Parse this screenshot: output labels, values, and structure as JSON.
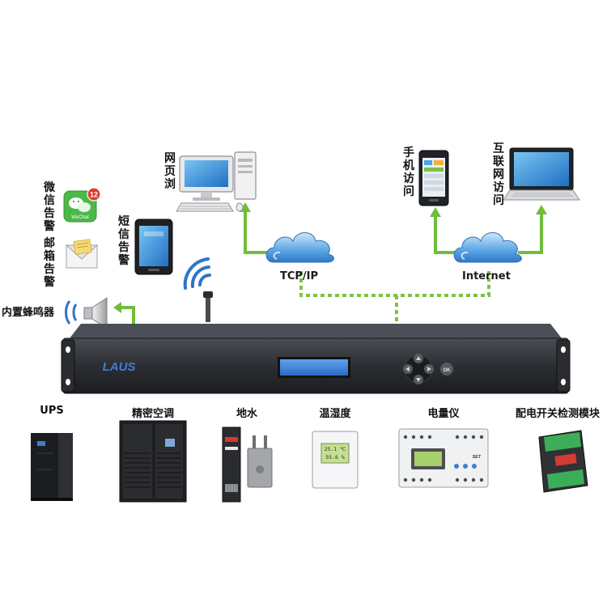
{
  "colors": {
    "link_green": "#6fbe3a",
    "network_dash": "#7dc243",
    "cloud_blue": "#3f8fd6",
    "chassis": "#2b2d31",
    "lcd": "#3b7fd6"
  },
  "alerts": {
    "wechat": {
      "label": "微信告警",
      "icon_text": "WeChat",
      "badge": "12",
      "icon": "wechat-icon"
    },
    "email": {
      "label": "邮箱告警",
      "icon": "email-envelope-icon"
    },
    "sms": {
      "label": "短信告警",
      "icon": "mobile-phone-icon"
    },
    "buzzer": {
      "label": "内置蜂鸣器",
      "icon": "speaker-icon"
    }
  },
  "network": {
    "web": {
      "label": "网页浏",
      "icon": "desktop-computer-icon"
    },
    "tcpip": {
      "label": "TCP/IP",
      "icon": "cloud-icon"
    },
    "mobile": {
      "label": "手机访问",
      "icon": "smartphone-icon"
    },
    "internet_access": {
      "label": "互联网访问",
      "icon": "laptop-icon"
    },
    "internet": {
      "label": "Internet",
      "icon": "cloud-icon"
    }
  },
  "host": {
    "brand": "LAUS",
    "ok_button": "OK",
    "icon": "rack-host-icon"
  },
  "devices": [
    {
      "label": "UPS",
      "icon": "ups-tower-icon"
    },
    {
      "label": "精密空调",
      "icon": "precision-ac-icon"
    },
    {
      "label": "地水",
      "icon": "water-leak-sensor-icon"
    },
    {
      "label": "温湿度",
      "icon": "temp-humidity-sensor-icon"
    },
    {
      "label": "电量仪",
      "icon": "power-meter-icon"
    },
    {
      "label": "配电开关检测模块",
      "icon": "switch-detect-module-icon"
    }
  ],
  "sensor_readings": {
    "temp": "25.1 ℃",
    "humidity": "55.6 %"
  },
  "meter_button": "SET"
}
